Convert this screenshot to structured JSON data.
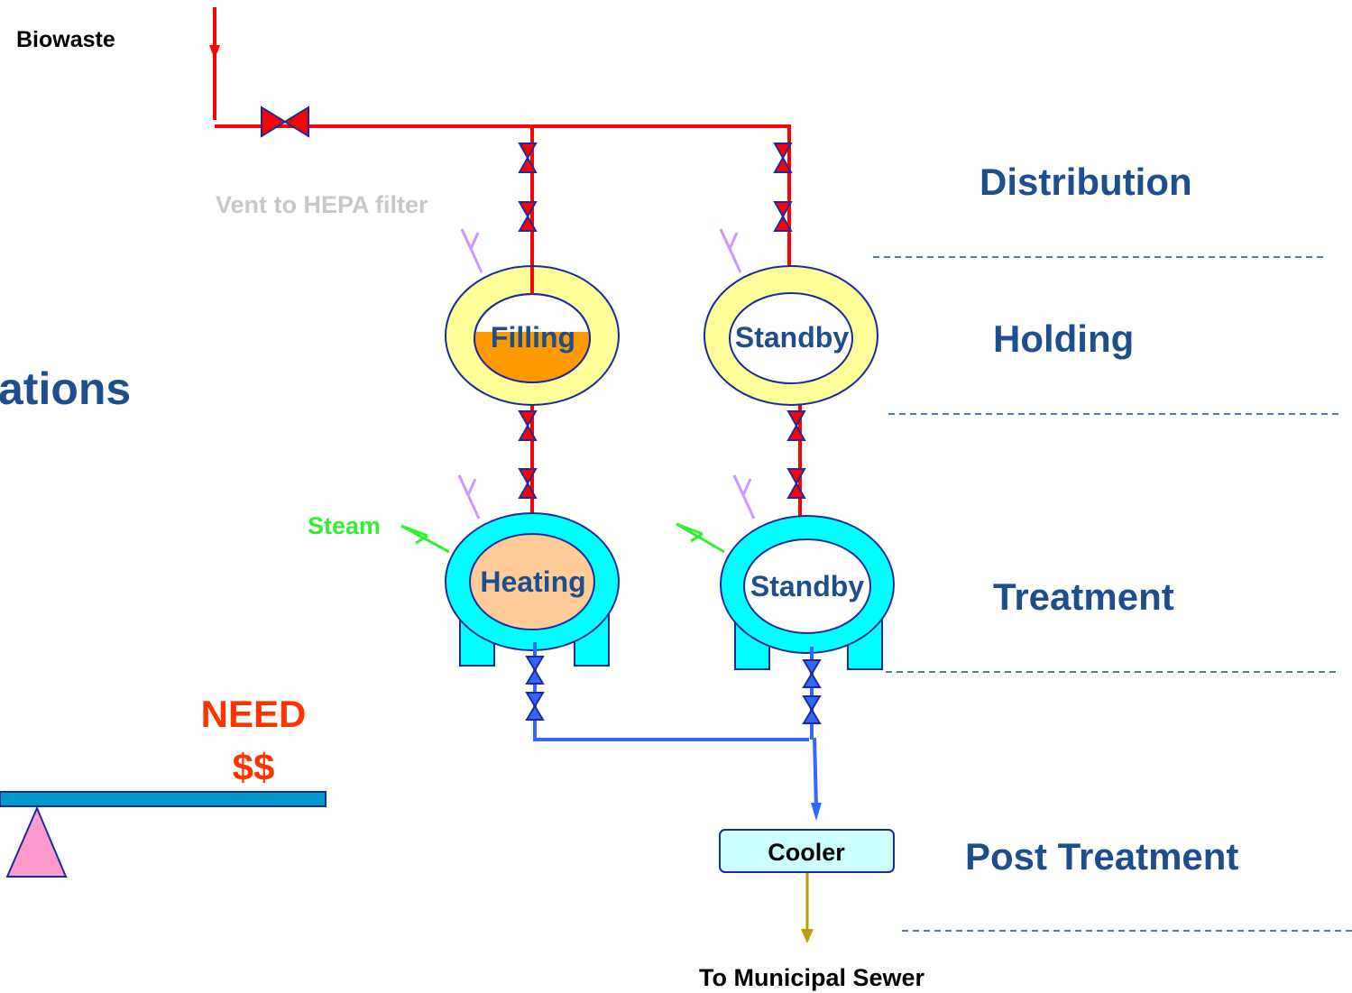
{
  "labels": {
    "biowaste": "Biowaste",
    "vent": "Vent to HEPA filter",
    "partial_title": "ations",
    "steam": "Steam",
    "need": "NEED",
    "money": "$$",
    "cooler": "Cooler",
    "sewer": "To Municipal Sewer"
  },
  "stages": {
    "distribution": "Distribution",
    "holding": "Holding",
    "treatment": "Treatment",
    "post_treatment": "Post Treatment"
  },
  "holding_tanks": {
    "left": "Filling",
    "right": "Standby"
  },
  "treatment_tanks": {
    "left": "Heating",
    "right": "Standby"
  },
  "colors": {
    "feed_line": "#ff0000",
    "drain_line": "#3366ff",
    "stage_text": "#1f4e8c",
    "holding_ring": "#ffff99",
    "treatment_ring": "#00ffff",
    "fill_level": "#ff9900",
    "heating_fill": "#ffcc99",
    "steam": "#33ff33",
    "vent": "#cc99ff",
    "need": "#ff3300",
    "cooler_fill": "#ccffff",
    "sewer_line": "#b8a000",
    "beam": "#0099cc",
    "fulcrum": "#ff99cc"
  },
  "icons": {
    "valve": "gate-valve-icon",
    "vent": "vent-arrow-icon",
    "steam": "steam-arrow-icon"
  }
}
